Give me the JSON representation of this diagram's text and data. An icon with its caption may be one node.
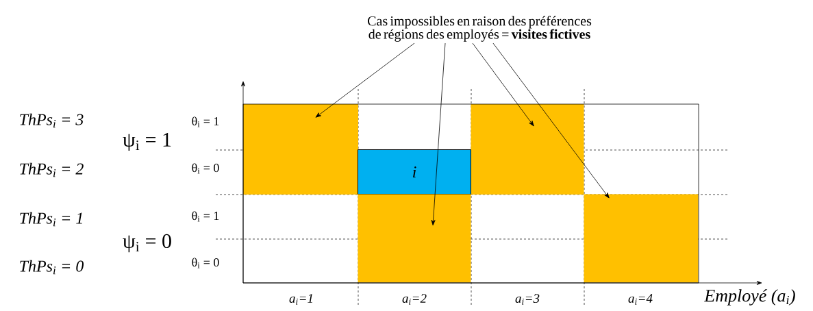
{
  "diagram": {
    "nodes": [
      {
        "text": [
          "Cas impossibles en raison des préférences de régions des employés = **visites fictives**"
        ]
      },
      {
        "text": [],
        "shape": "box"
      },
      {
        "text": [],
        "shape": "box"
      },
      {
        "text": [
          "*i*"
        ]
      },
      {
        "text": [],
        "shape": "box"
      },
      {
        "text": [],
        "shape": "box"
      }
    ],
    "edges": [
      {
        "from": 0,
        "to": 1,
        "arrow": "to"
      },
      {
        "from": 0,
        "to": 4,
        "arrow": "to"
      },
      {
        "from": 0,
        "to": 2,
        "arrow": "to"
      },
      {
        "from": 0,
        "to": 5,
        "arrow": "to"
      }
    ],
    "labels": [
      "ThPs$_{i}$ = 3",
      "θ$_{i}$ = 1",
      "ψ$_{i}$ = 1",
      "ThPs$_{i}$ = 2",
      "θ$_{i}$ = 0",
      "ThPs$_{i}$ = 1",
      "θ$_{i}$ = 1",
      "ψ$_{i}$ = 0",
      "ThPs$_{i}$ = 0",
      "θ$_{i}$ = 0",
      "a$_{i}$=1",
      "a$_{i}$=2",
      "a$_{i}$=3",
      "a$_{i}$=4",
      "Employé (a$_{i}$)"
    ]
  }
}
